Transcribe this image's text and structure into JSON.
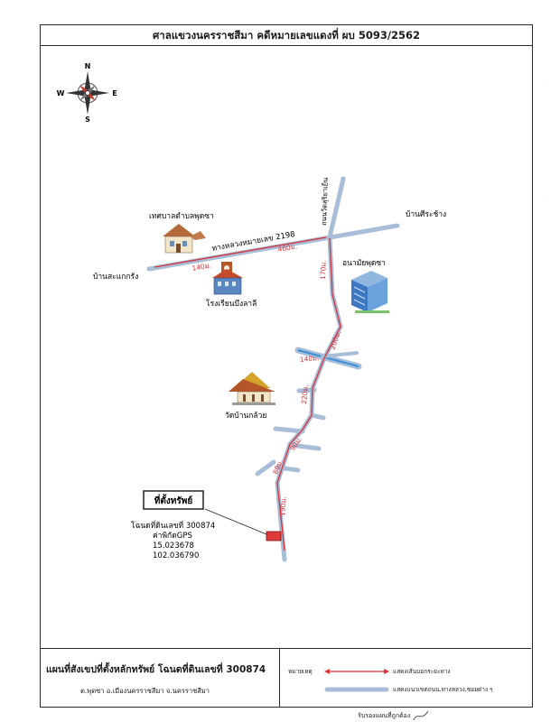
{
  "header": {
    "title": "ศาลแขวงนครราชสีมา คดีหมายเลขแดงที่ ผบ 5093/2562"
  },
  "compass": {
    "north": "N",
    "south": "S",
    "east": "E",
    "west": "W"
  },
  "map": {
    "road_labels": {
      "highway": "ทางหลวงหมายเลข 2198",
      "side_road": "ถนนวัดสุริยาเย็น"
    },
    "places": {
      "ban_sakae_krang": "บ้านสะแกกรัง",
      "ban_sri_chang": "บ้านศีระช้าง",
      "municipality": "เทศบาลตำบลพุดซา",
      "school": "โรงเรียนบึงลาลี",
      "health_center": "อนามัยพุดซา",
      "temple": "วัดบ้านกล้วย"
    },
    "distances": {
      "d460": "460ม.",
      "d140a": "140ม.",
      "d170": "170ม.",
      "d200": "200ม.",
      "d140b": "140ม.",
      "d220": "220ม.",
      "d90": "90ม.",
      "d80": "80ม.",
      "d190": "190ม."
    },
    "property": {
      "box_label": "ที่ตั้งทรัพย์",
      "deed": "โฉนดที่ดินเลขที่ 300874",
      "gps_label": "ค่าพิกัดGPS",
      "lat": "15.023678",
      "lon": "102.036790"
    }
  },
  "footer": {
    "title": "แผนที่สังเขปที่ตั้งหลักทรัพย์ โฉนดที่ดินเลขที่ 300874",
    "address": "ต.พุดซา  อ.เมืองนครราชสีมา  จ.นครราชสีมา",
    "legend": [
      {
        "label": "หมายเหตุ",
        "text": "แสดงเส้นบอกระยะทาง"
      },
      {
        "label": "",
        "text": "แสดงแนวเขตถนน,ทางหลวง,ซอยต่าง ๆ"
      }
    ]
  },
  "signature": "รับรองแผนที่ถูกต้อง",
  "colors": {
    "road": "#a8bdd8",
    "distance_line": "#d9323a",
    "property_marker": "#e03a3a",
    "canal": "#3a8fd6"
  }
}
